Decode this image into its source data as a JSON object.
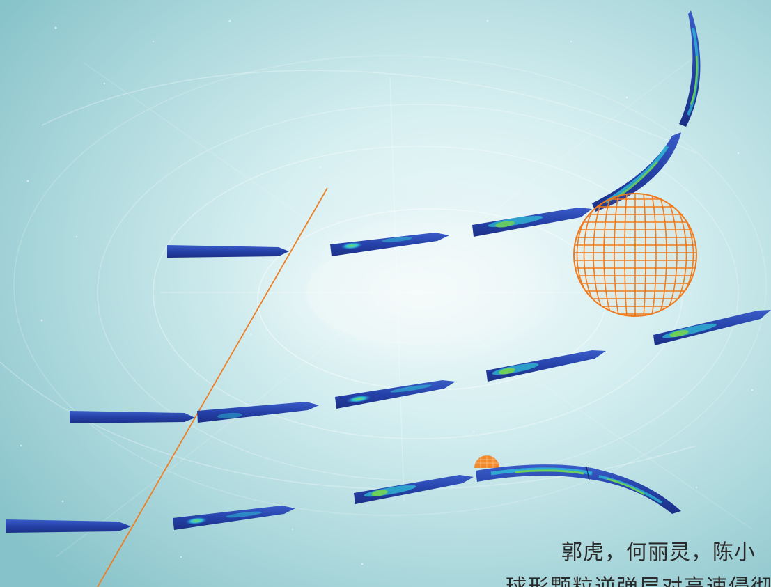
{
  "cover": {
    "authors": "郭虎，何丽灵，陈小",
    "title": "球形颗粒逆弹层对高速侵彻"
  },
  "colors": {
    "projectile": "#2541a8",
    "projectile_dark": "#1b2f86",
    "stress_cyan": "#2fc7d9",
    "stress_green": "#6dcf5a",
    "target_mesh": "#f07a1c",
    "trajectory_line": "#ef7e22"
  },
  "icons": [
    "projectile-graphic",
    "spherical-mesh-graphic",
    "hemisphere-mesh-graphic",
    "trajectory-line-graphic"
  ]
}
